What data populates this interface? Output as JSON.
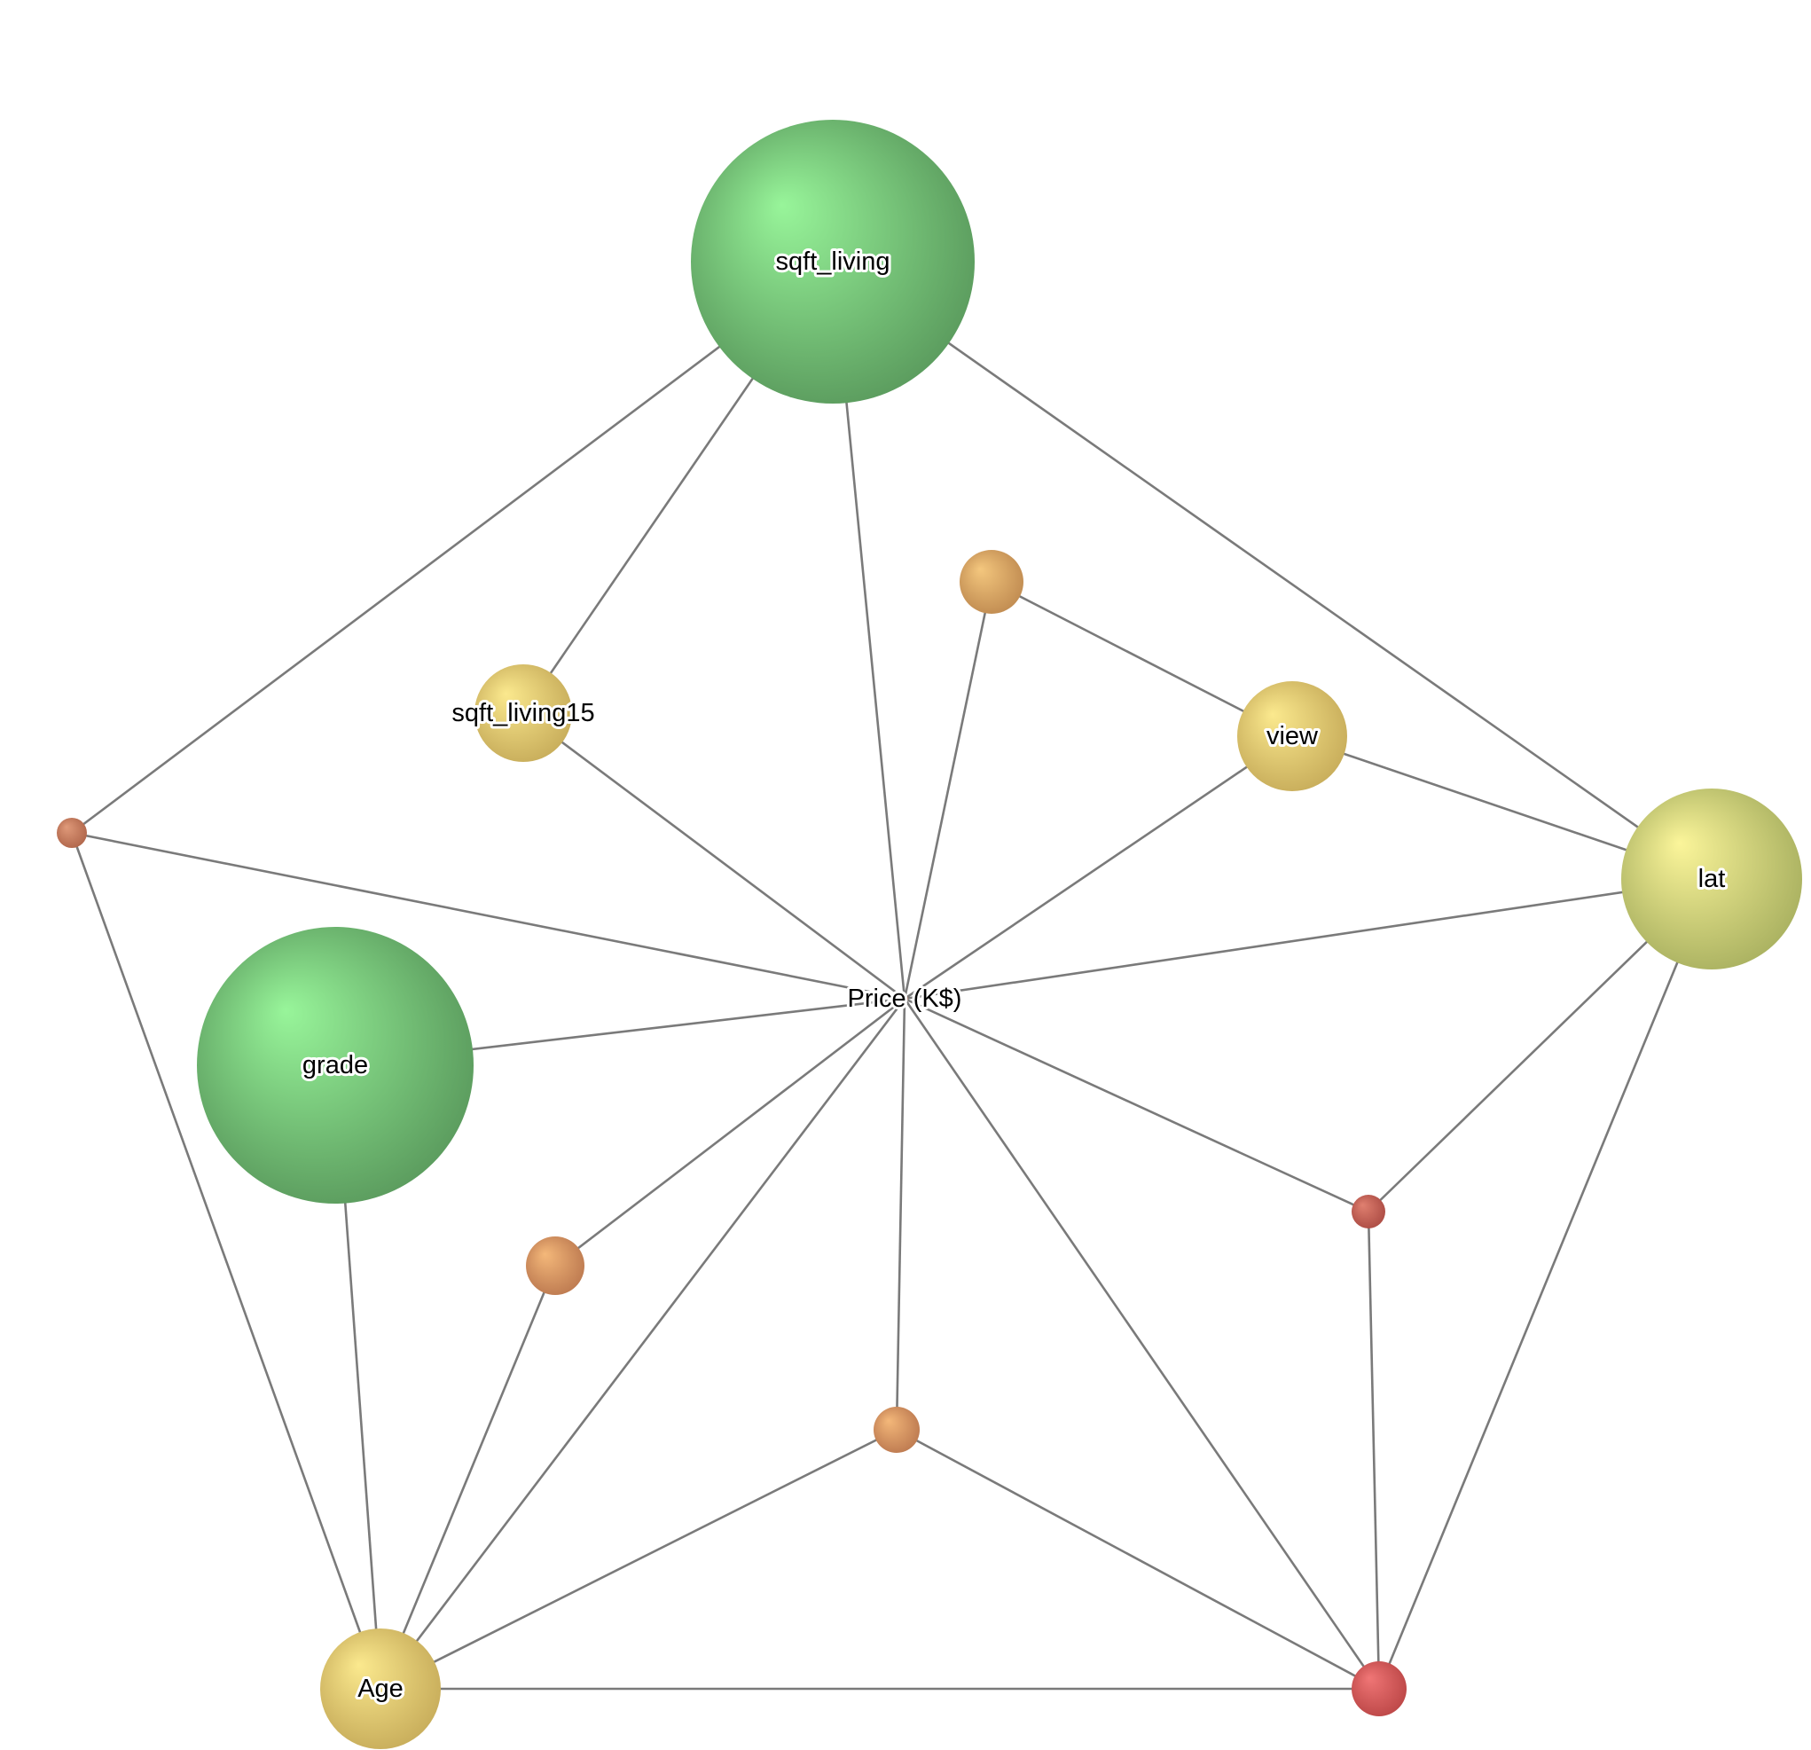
{
  "diagram": {
    "nodes": [
      {
        "id": "price",
        "label": "Price (K$)",
        "color": "#c0866a",
        "shade": "#7d4a36"
      },
      {
        "id": "sqft_living",
        "label": "sqft_living",
        "color": "#98f59a",
        "shade": "#4b844e"
      },
      {
        "id": "grade",
        "label": "grade",
        "color": "#98f59a",
        "shade": "#4b844e"
      },
      {
        "id": "lat",
        "label": "lat",
        "color": "#fbf59a",
        "shade": "#95a052"
      },
      {
        "id": "view",
        "label": "view",
        "color": "#fbe98e",
        "shade": "#bb9e4e"
      },
      {
        "id": "sqft_living15",
        "label": "sqft_living15",
        "color": "#fbe98e",
        "shade": "#bb9e4e"
      },
      {
        "id": "age",
        "label": "Age",
        "color": "#fbe98e",
        "shade": "#bb9e4e"
      },
      {
        "id": "n_top_mid",
        "label": "",
        "color": "#f4c77e",
        "shade": "#b47d46"
      },
      {
        "id": "n_left",
        "label": "",
        "color": "#e09a7a",
        "shade": "#a55a40"
      },
      {
        "id": "n_lower_left",
        "label": "",
        "color": "#f4b87a",
        "shade": "#b06b46"
      },
      {
        "id": "n_bottom_mid",
        "label": "",
        "color": "#f4b87a",
        "shade": "#b06b46"
      },
      {
        "id": "n_right_mid",
        "label": "",
        "color": "#e08070",
        "shade": "#a0403a"
      },
      {
        "id": "n_bottom_right",
        "label": "",
        "color": "#f07676",
        "shade": "#b03c3c"
      }
    ],
    "edges": [
      [
        "sqft_living",
        "n_left"
      ],
      [
        "sqft_living",
        "sqft_living15"
      ],
      [
        "sqft_living",
        "price"
      ],
      [
        "sqft_living",
        "lat"
      ],
      [
        "n_top_mid",
        "price"
      ],
      [
        "n_top_mid",
        "view"
      ],
      [
        "view",
        "price"
      ],
      [
        "view",
        "lat"
      ],
      [
        "sqft_living15",
        "price"
      ],
      [
        "n_left",
        "price"
      ],
      [
        "n_left",
        "age"
      ],
      [
        "lat",
        "price"
      ],
      [
        "lat",
        "n_right_mid"
      ],
      [
        "lat",
        "n_bottom_right"
      ],
      [
        "grade",
        "price"
      ],
      [
        "grade",
        "age"
      ],
      [
        "n_lower_left",
        "price"
      ],
      [
        "n_lower_left",
        "age"
      ],
      [
        "age",
        "price"
      ],
      [
        "age",
        "n_bottom_mid"
      ],
      [
        "age",
        "n_bottom_right"
      ],
      [
        "n_bottom_mid",
        "price"
      ],
      [
        "n_bottom_mid",
        "n_bottom_right"
      ],
      [
        "price",
        "n_right_mid"
      ],
      [
        "price",
        "n_bottom_right"
      ],
      [
        "n_right_mid",
        "n_bottom_right"
      ]
    ]
  }
}
